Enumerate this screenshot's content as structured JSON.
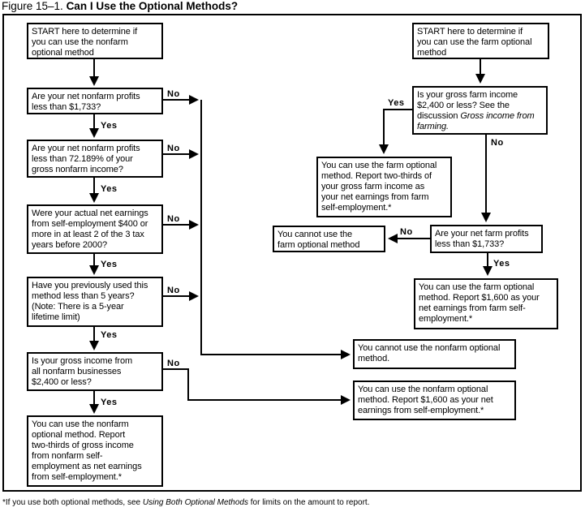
{
  "title": {
    "prefix": "Figure 15–1. ",
    "main": "Can I Use the Optional Methods?"
  },
  "labels": {
    "yes": "Yes",
    "no": "No"
  },
  "nonfarm": {
    "start": "START here to determine if\nyou can use the nonfarm\noptional method",
    "q_net_profits": "Are your net nonfarm profits\nless than $1,733?",
    "q_percent": "Are your net nonfarm profits\nless than 72.189% of your\ngross nonfarm income?",
    "q_earnings": "Were your actual net earnings\nfrom self-employment $400 or\nmore in at least 2 of the 3 tax\nyears before 2000?",
    "q_years": "Have you previously used this\nmethod less than 5 years?\n(Note: There is a 5-year\nlifetime limit)",
    "q_gross_income": "Is your gross income from\nall nonfarm businesses\n$2,400 or less?",
    "can_use_two_thirds": "You can use the nonfarm\noptional method. Report\ntwo-thirds of gross income\nfrom nonfarm self-\nemployment as net earnings\nfrom self-employment.*",
    "cannot_use": "You cannot use the nonfarm optional\nmethod.",
    "can_use_1600": "You can use the nonfarm optional\nmethod. Report $1,600 as your net\nearnings from self-employment.*"
  },
  "farm": {
    "start": "START here to determine if\nyou can use the farm optional\nmethod",
    "q_gross_income_pre": "Is your gross farm income\n$2,400 or less? See the\ndiscussion ",
    "q_gross_income_italic": "Gross income from\nfarming.",
    "can_use_two_thirds": "You can use the farm optional\nmethod. Report two-thirds of\nyour gross farm income as\nyour net earnings from farm\nself-employment.*",
    "cannot_use": "You cannot use the\nfarm optional method",
    "q_net_profits": "Are your net farm profits\nless than $1,733?",
    "can_use_1600": "You can use the farm optional\nmethod. Report $1,600 as your\nnet earnings from farm self-\nemployment.*"
  },
  "footnote": {
    "pre": "*If you use both optional methods, see ",
    "italic": "Using Both Optional Methods",
    "post": " for limits on the amount to report."
  },
  "colors": {
    "ink": "#000000",
    "background": "#ffffff"
  }
}
